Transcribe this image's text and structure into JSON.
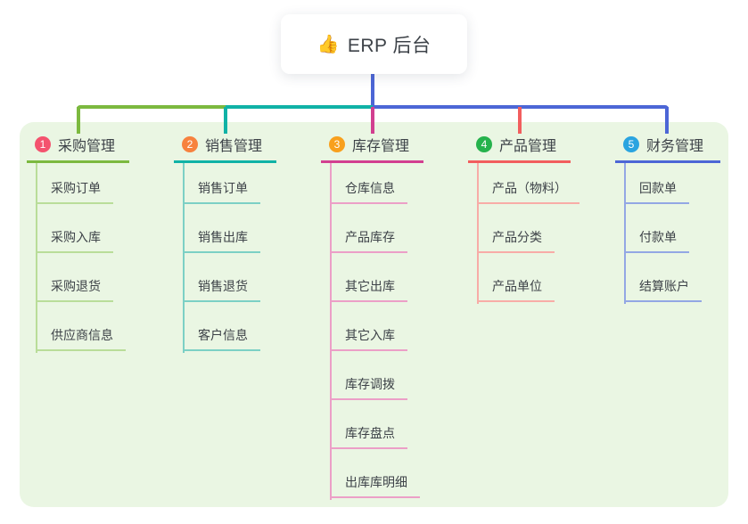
{
  "root": {
    "emoji": "👍",
    "emoji_name": "thumbs-up-icon",
    "label": "ERP 后台"
  },
  "theme": {
    "page_background": "#ffffff",
    "panel_background": "#eaf6e3",
    "text_color": "#3d4248",
    "root_connector_color": "#4c66d6"
  },
  "branches": [
    {
      "id": "purchase",
      "number": "1",
      "label": "采购管理",
      "badge_color": "#f4536e",
      "line_color": "#7cb93f",
      "child_line_color": "#b9dd99",
      "children": [
        "采购订单",
        "采购入库",
        "采购退货",
        "供应商信息"
      ]
    },
    {
      "id": "sales",
      "number": "2",
      "label": "销售管理",
      "badge_color": "#f7823e",
      "line_color": "#10b2a6",
      "child_line_color": "#7cd0c5",
      "children": [
        "销售订单",
        "销售出库",
        "销售退货",
        "客户信息"
      ]
    },
    {
      "id": "inventory",
      "number": "3",
      "label": "库存管理",
      "badge_color": "#f8a01d",
      "line_color": "#d23f90",
      "child_line_color": "#ec9fc7",
      "children": [
        "仓库信息",
        "产品库存",
        "其它出库",
        "其它入库",
        "库存调拨",
        "库存盘点",
        "出库库明细"
      ]
    },
    {
      "id": "product",
      "number": "4",
      "label": "产品管理",
      "badge_color": "#25b24c",
      "line_color": "#f25e5e",
      "child_line_color": "#f8aca7",
      "children": [
        "产品（物料）",
        "产品分类",
        "产品单位"
      ]
    },
    {
      "id": "finance",
      "number": "5",
      "label": "财务管理",
      "badge_color": "#2aa4e0",
      "line_color": "#4c66d6",
      "child_line_color": "#93a7e4",
      "children": [
        "回款单",
        "付款单",
        "结算账户"
      ]
    }
  ]
}
